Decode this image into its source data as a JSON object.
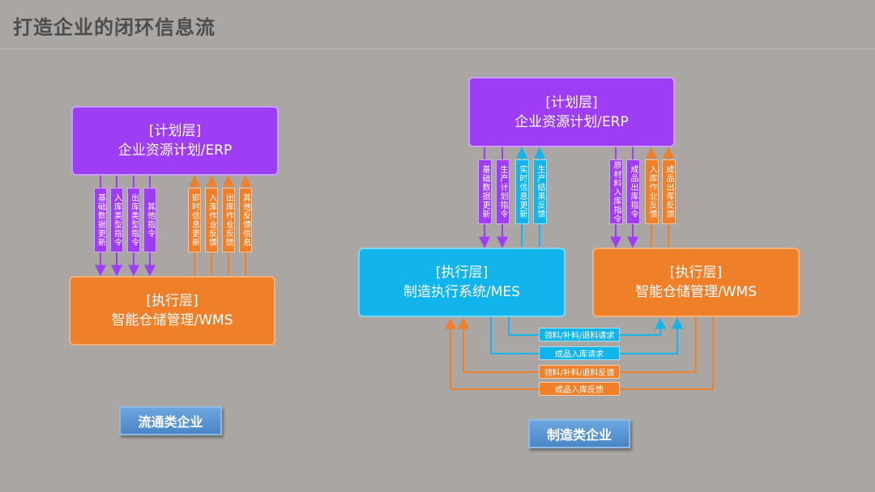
{
  "title": "打造企业的闭环信息流",
  "colors": {
    "plan": "#9e3df5",
    "wms": "#f07f2a",
    "mes": "#12b4ec",
    "tag": "#4a86c8",
    "background": "#aaa6a3"
  },
  "left": {
    "plan": {
      "layer": "[计划层]",
      "system": "企业资源计划/ERP"
    },
    "exec": {
      "layer": "[执行层]",
      "system": "智能仓储管理/WMS"
    },
    "down_flows": [
      "基础数据更新",
      "入库类型指令",
      "出库类型指令",
      "其他指令"
    ],
    "up_flows": [
      "即时信息更新",
      "入库作业反馈",
      "出库作业反馈",
      "其他反馈信息"
    ],
    "tag": "流通类企业"
  },
  "right": {
    "plan": {
      "layer": "[计划层]",
      "system": "企业资源计划/ERP"
    },
    "mes": {
      "layer": "[执行层]",
      "system": "制造执行系统/MES"
    },
    "wms": {
      "layer": "[执行层]",
      "system": "智能仓储管理/WMS"
    },
    "mes_flows": [
      "基础数据更新",
      "生产计划指令",
      "实时信息更新",
      "生产结果反馈"
    ],
    "wms_flows": [
      "原材料入库指令",
      "成品出库指令",
      "入库作业反馈",
      "成品出库反馈"
    ],
    "cross_flows": [
      "领料/补料/退料请求",
      "成品入库请求",
      "领料/补料/退料反馈",
      "成品入库反馈"
    ],
    "tag": "制造类企业"
  }
}
